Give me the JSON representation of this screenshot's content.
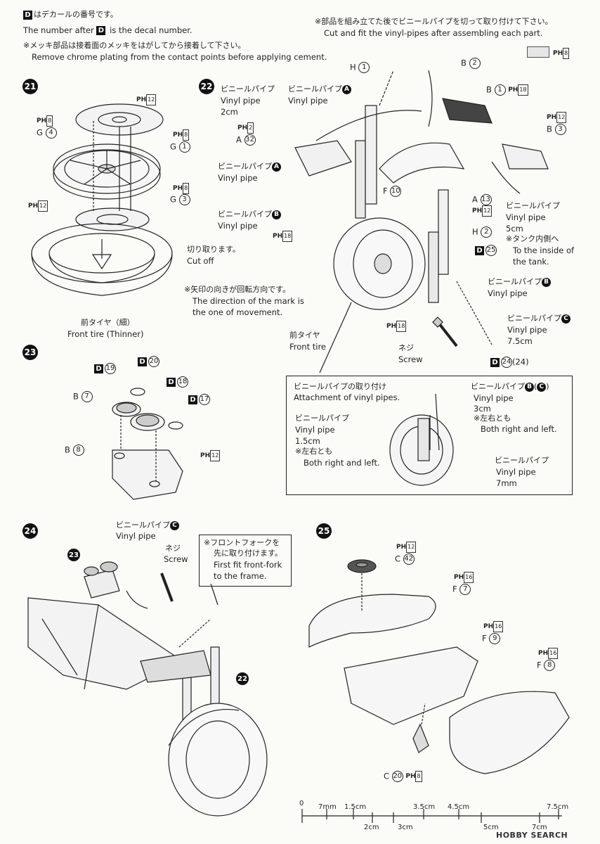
{
  "header": {
    "decal_jp": "はデカールの番号です。",
    "decal_en_pre": "The number after",
    "decal_en_post": "is the decal number.",
    "decal_letter": "D",
    "chrome_jp": "※メッキ部品は接着面のメッキをはがしてから接着して下さい。",
    "chrome_en": "Remove chrome plating from the contact points before applying cement.",
    "pipe_jp": "※部品を組み立てた後でビニールパイプを切って取り付けて下さい。",
    "pipe_en": "Cut and fit the vinyl-pipes after assembling each part.",
    "swatch_label": "PH",
    "swatch_num": "8"
  },
  "steps": {
    "s21": {
      "num": "21",
      "parts": [
        {
          "ph": "PH",
          "code": "12"
        },
        {
          "ph": "PH",
          "code": "8"
        },
        {
          "letter": "G",
          "num": "4"
        },
        {
          "ph": "PH",
          "code": "8"
        },
        {
          "letter": "G",
          "num": "1"
        },
        {
          "ph": "PH",
          "code": "8"
        },
        {
          "letter": "G",
          "num": "3"
        },
        {
          "ph": "PH",
          "code": "12"
        }
      ],
      "cutoff_jp": "切り取ります。",
      "cutoff_en": "Cut off",
      "arrow_note_jp": "※矢印の向きが回転方向です。",
      "arrow_note_en1": "The direction of the mark is",
      "arrow_note_en2": "the one of movement.",
      "tire_jp": "前タイヤ（細）",
      "tire_en": "Front tire (Thinner)"
    },
    "s22": {
      "num": "22",
      "h1": {
        "letter": "H",
        "num": "1"
      },
      "b2": {
        "letter": "B",
        "num": "2"
      },
      "b1": {
        "letter": "B",
        "num": "1",
        "ph": "PH",
        "code": "18"
      },
      "b3": {
        "letter": "B",
        "num": "3",
        "ph": "PH",
        "code": "12"
      },
      "vp_2cm_jp": "ビニールパイプ",
      "vp_2cm_en": "Vinyl pipe",
      "vp_2cm_len": "2cm",
      "vpA_jp": "ビニールパイプ",
      "vpA_en": "Vinyl pipe",
      "vpA_badge": "A",
      "a32": {
        "ph": "PH",
        "code": "2",
        "letter": "A",
        "num": "32"
      },
      "vpA2_jp": "ビニールパイプ",
      "vpA2_en": "Vinyl pipe",
      "vpB_jp": "ビニールパイプ",
      "vpB_en": "Vinyl pipe",
      "ph18": "18",
      "f10": {
        "letter": "F",
        "num": "10"
      },
      "a13": {
        "letter": "A",
        "num": "13",
        "ph": "PH",
        "code": "12"
      },
      "h2": {
        "letter": "H",
        "num": "2"
      },
      "d25": {
        "num": "25"
      },
      "vp5_jp": "ビニールパイプ",
      "vp5_en": "Vinyl pipe",
      "vp5_len": "5cm",
      "tank_jp": "※タンク内側へ",
      "tank_en1": "To the inside of",
      "tank_en2": "the tank.",
      "vpB2_jp": "ビニールパイプ",
      "vpB2_en": "Vinyl pipe",
      "vpC_jp": "ビニールパイプ",
      "vpC_en": "Vinyl pipe",
      "vpC_len": "7.5cm",
      "screw_jp": "ネジ",
      "screw_en": "Screw",
      "d24": "24",
      "d24b": "(24)",
      "ph18b": "18",
      "tire_jp": "前タイヤ",
      "tire_en": "Front tire"
    },
    "inset": {
      "title_jp": "ビニールパイプの取り付け",
      "title_en": "Attachment of vinyl pipes.",
      "l1_jp": "ビニールパイプ",
      "l1_en": "Vinyl pipe",
      "l1_len": "1.5cm",
      "l1_note_jp": "※左右とも",
      "l1_note_en": "Both right and left.",
      "r1_jp": "ビニールパイプ",
      "r1_badge1": "B",
      "r1_badge2": "C",
      "r1_en": "Vinyl pipe",
      "r1_len": "3cm",
      "r1_note_jp": "※左右とも",
      "r1_note_en": "Both right and left.",
      "r2_jp": "ビニールパイプ",
      "r2_en": "Vinyl pipe",
      "r2_len": "7mm"
    },
    "s23": {
      "num": "23",
      "d19": "19",
      "d20": "20",
      "d18": "18",
      "d17": "17",
      "b7": {
        "letter": "B",
        "num": "7"
      },
      "b8": {
        "letter": "B",
        "num": "8"
      },
      "ph12": "12"
    },
    "s24": {
      "num": "24",
      "vpC_jp": "ビニールパイプ",
      "vpC_en": "Vinyl pipe",
      "screw_jp": "ネジ",
      "screw_en": "Screw",
      "note_jp1": "※フロントフォークを",
      "note_jp2": "先に取り付けます。",
      "note_en1": "First fit front-fork",
      "note_en2": "to the frame.",
      "ref23": "23",
      "ref22": "22"
    },
    "s25": {
      "num": "25",
      "c42": {
        "ph": "PH",
        "code": "12",
        "letter": "C",
        "num": "42"
      },
      "f7": {
        "ph": "PH",
        "code": "16",
        "letter": "F",
        "num": "7"
      },
      "f9": {
        "ph": "PH",
        "code": "16",
        "letter": "F",
        "num": "9"
      },
      "f8": {
        "ph": "PH",
        "code": "16",
        "letter": "F",
        "num": "8"
      },
      "c20": {
        "letter": "C",
        "num": "20",
        "ph": "PH",
        "code": "8"
      }
    }
  },
  "ruler": {
    "top": [
      "0",
      "7mm",
      "1.5cm",
      "3.5cm",
      "4.5cm",
      "7.5cm"
    ],
    "bottom": [
      "2cm",
      "3cm",
      "5cm",
      "7cm"
    ]
  },
  "watermark": "HOBBY SEARCH"
}
